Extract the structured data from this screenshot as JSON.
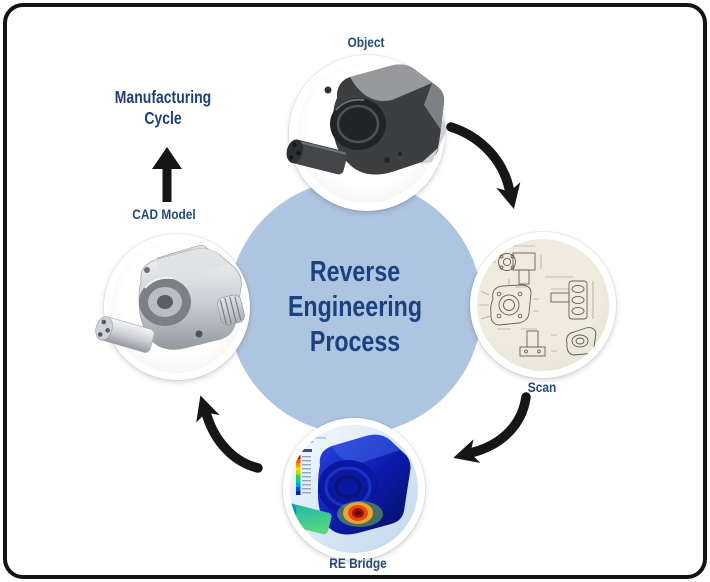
{
  "diagram": {
    "center": {
      "title_lines": [
        "Reverse",
        "Engineering",
        "Process"
      ]
    },
    "nodes": {
      "object": {
        "label": "Object",
        "icon": "gearbox-housing-photo-icon"
      },
      "scan": {
        "label": "Scan",
        "icon": "technical-drawing-icon"
      },
      "re_bridge": {
        "label": "RE Bridge",
        "icon": "fea-color-analysis-icon"
      },
      "cad_model": {
        "label": "CAD Model",
        "icon": "metallic-cad-render-icon"
      }
    },
    "exit_step": {
      "label": "Manufacturing Cycle",
      "icon": "up-arrow-icon"
    },
    "flow_arrows": [
      {
        "name": "object-to-scan"
      },
      {
        "name": "scan-to-re-bridge"
      },
      {
        "name": "re-bridge-to-cad-model"
      },
      {
        "name": "cad-model-to-manufacturing-cycle"
      }
    ],
    "colors": {
      "background": "#ffffff",
      "frame_border": "#141414",
      "center_circle": "#aec5e1",
      "title_text": "#1c4180",
      "label_text": "#254a78",
      "arrow": "#161616",
      "scan_paper": "#ebe8da",
      "fea_hotspot": "#e04a16",
      "fea_body_blue": "#0a18a8"
    }
  }
}
